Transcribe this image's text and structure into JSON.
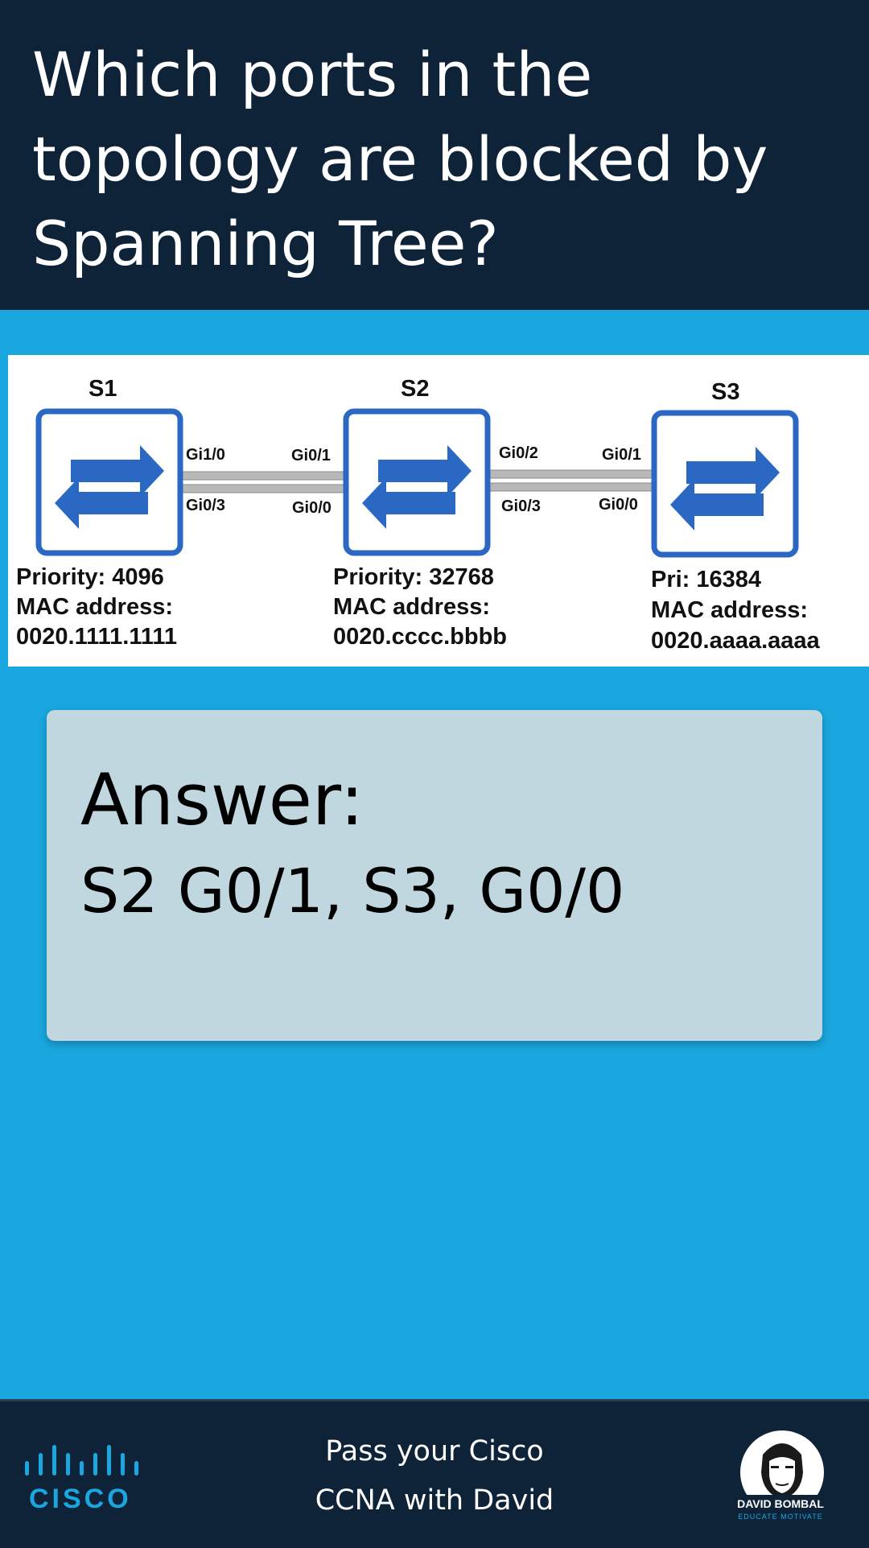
{
  "question": {
    "title": "Which ports in the topology are blocked by Spanning Tree?"
  },
  "diagram": {
    "switches": [
      {
        "name": "S1",
        "priority_line": "Priority: 4096",
        "mac_label": "MAC address:",
        "mac": "0020.1111.1111"
      },
      {
        "name": "S2",
        "priority_line": "Priority: 32768",
        "mac_label": "MAC address:",
        "mac": "0020.cccc.bbbb"
      },
      {
        "name": "S3",
        "priority_line": "Pri: 16384",
        "mac_label": "MAC address:",
        "mac": "0020.aaaa.aaaa"
      }
    ],
    "links": [
      {
        "a_top": "Gi1/0",
        "a_bottom": "Gi0/3",
        "b_top": "Gi0/1",
        "b_bottom": "Gi0/0"
      },
      {
        "a_top": "Gi0/2",
        "a_bottom": "Gi0/3",
        "b_top": "Gi0/1",
        "b_bottom": "Gi0/0"
      }
    ]
  },
  "answer": {
    "heading": "Answer:",
    "text": "S2 G0/1, S3, G0/0"
  },
  "footer": {
    "line1": "Pass your Cisco",
    "line2": "CCNA with David",
    "cisco_logo_text": "CISCO",
    "brand_name": "DAVID BOMBAL",
    "brand_tagline": "EDUCATE MOTIVATE"
  },
  "colors": {
    "header_bg": "#0e2238",
    "page_bg": "#1aa7df",
    "switch_blue": "#2a68c4",
    "answer_card_bg": "#c0d7e0"
  },
  "icons": {
    "switch": "switch-arrows-icon",
    "cisco": "cisco-logo",
    "brand": "david-bombal-logo"
  }
}
